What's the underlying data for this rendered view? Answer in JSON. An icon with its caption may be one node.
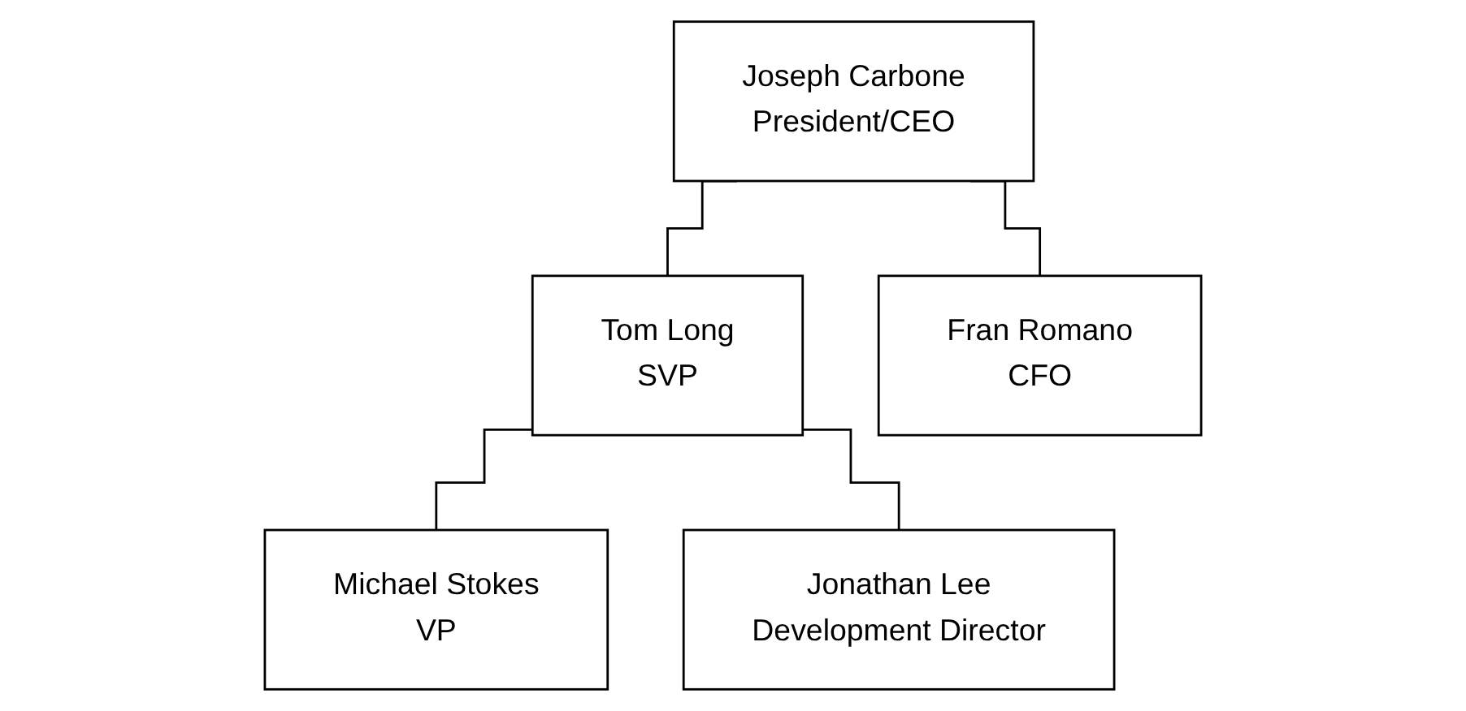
{
  "diagram": {
    "nodes": [
      {
        "text": [
          "Joseph Carbone",
          "President/CEO"
        ]
      },
      {
        "text": [
          "Tom Long",
          "SVP"
        ]
      },
      {
        "text": [
          "Fran Romano",
          "CFO"
        ]
      },
      {
        "text": [
          "Michael Stokes",
          "VP"
        ]
      },
      {
        "text": [
          "Jonathan Lee",
          "Development Director"
        ]
      }
    ],
    "edges": [
      {
        "from": 0,
        "to": 1,
        "arrow": "none"
      },
      {
        "from": 0,
        "to": 2,
        "arrow": "none"
      },
      {
        "from": 1,
        "to": 3,
        "arrow": "none"
      },
      {
        "from": 1,
        "to": 4,
        "arrow": "none"
      }
    ]
  }
}
